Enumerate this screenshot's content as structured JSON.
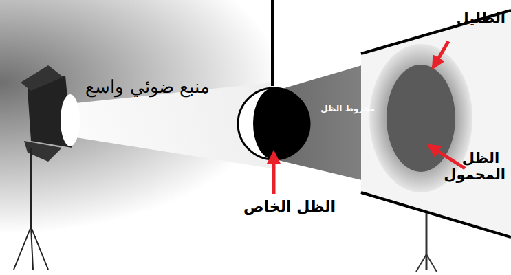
{
  "diagram": {
    "labels": [
      "منبع ضوئي واسع",
      "مخروط الظل",
      "الظليل",
      "الظل المحمول",
      "الظل الخاص"
    ]
  }
}
